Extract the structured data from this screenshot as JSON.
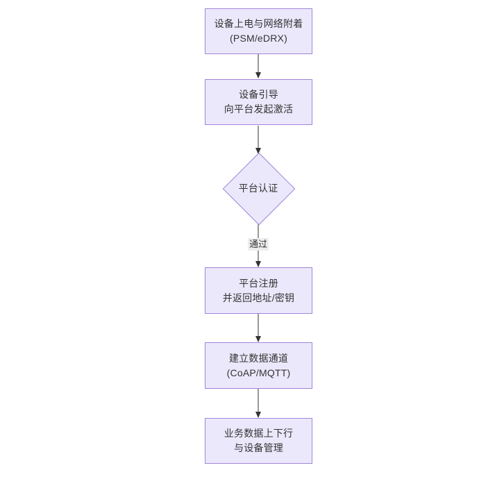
{
  "diagram": {
    "type": "flowchart",
    "direction": "top-to-bottom",
    "theme": {
      "node_fill": "#ece8fb",
      "node_border": "#9f86d8",
      "text_color": "#333333",
      "edge_color": "#333333",
      "edge_label_bg": "#eeeeee",
      "background": "#ffffff"
    },
    "nodes": [
      {
        "id": "n1",
        "shape": "rect",
        "lines": [
          "设备上电与网络附着",
          "(PSM/eDRX)"
        ]
      },
      {
        "id": "n2",
        "shape": "rect",
        "lines": [
          "设备引导",
          "向平台发起激活"
        ]
      },
      {
        "id": "n3",
        "shape": "diamond",
        "lines": [
          "平台认证"
        ]
      },
      {
        "id": "n4",
        "shape": "rect",
        "lines": [
          "平台注册",
          "并返回地址/密钥"
        ]
      },
      {
        "id": "n5",
        "shape": "rect",
        "lines": [
          "建立数据通道",
          "(CoAP/MQTT)"
        ]
      },
      {
        "id": "n6",
        "shape": "rect",
        "lines": [
          "业务数据上下行",
          "与设备管理"
        ]
      }
    ],
    "edges": [
      {
        "id": "e1",
        "from": "n1",
        "to": "n2",
        "label": ""
      },
      {
        "id": "e2",
        "from": "n2",
        "to": "n3",
        "label": ""
      },
      {
        "id": "e3",
        "from": "n3",
        "to": "n4",
        "label": "通过"
      },
      {
        "id": "e4",
        "from": "n4",
        "to": "n5",
        "label": ""
      },
      {
        "id": "e5",
        "from": "n5",
        "to": "n6",
        "label": ""
      }
    ]
  }
}
